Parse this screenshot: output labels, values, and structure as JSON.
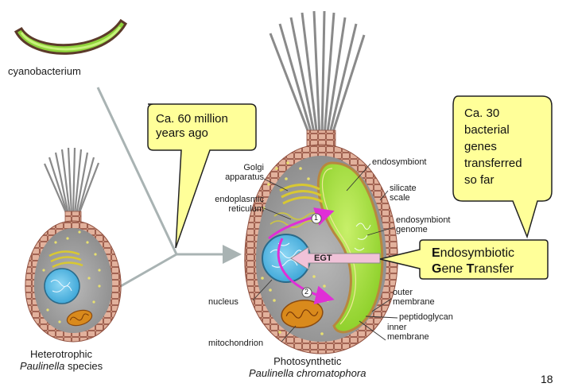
{
  "left": {
    "cyanobacterium": "cyanobacterium",
    "caption_line1": "Heterotrophic",
    "caption_line2": "Paulinella",
    "caption_line2b": " species"
  },
  "callouts": {
    "time": {
      "line1": "Ca. 60 million",
      "line2": "years ago"
    },
    "genes": {
      "line1": "Ca. 30",
      "line2": "bacterial",
      "line3": "genes",
      "line4": "transferred",
      "line5": "so far"
    },
    "egt": {
      "l1_bold": "E",
      "l1_rest": "ndosymbiotic",
      "l2_bold1": "G",
      "l2_mid": "ene ",
      "l2_bold2": "T",
      "l2_rest": "ransfer"
    }
  },
  "labels": {
    "golgi1": "Golgi",
    "golgi2": "apparatus",
    "er1": "endoplasmic",
    "er2": "reticulum",
    "nucleus": "nucleus",
    "mitochondrion": "mitochondrion",
    "endosymbiont": "endosymbiont",
    "silicate1": "silicate",
    "silicate2": "scale",
    "genome1": "endosymbiont",
    "genome2": "genome",
    "outer1": "outer",
    "outer2": "membrane",
    "peptido": "peptidoglycan",
    "inner1": "inner",
    "inner2": "membrane",
    "egt": "EGT",
    "num1": "1",
    "num2": "2"
  },
  "right_caption": {
    "line1": "Photosynthetic",
    "line2": "Paulinella chromatophora"
  },
  "page_number": "18",
  "colors": {
    "callout_fill": "#ffff99",
    "cell_border": "#b5705e",
    "cell_fill": "#9d9d9d",
    "endosymbiont_green": "#9fdc3a",
    "nucleus_blue": "#4fb4e0",
    "mitochondrion_orange": "#d98a1c",
    "arrow_magenta": "#e02fd6",
    "egt_arrow": "#f1c2d8"
  }
}
